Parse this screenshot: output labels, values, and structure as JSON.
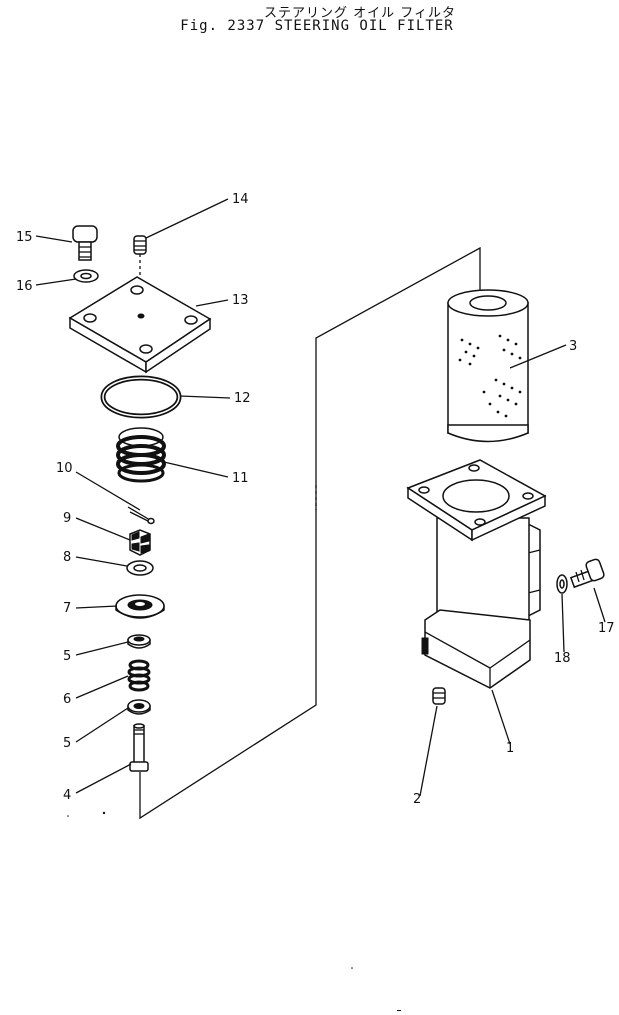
{
  "title": {
    "japanese": "ステアリング オイル フィルタ",
    "figure": "Fig. 2337  STEERING  OIL  FILTER"
  },
  "callouts": [
    {
      "id": "c15",
      "label": "15"
    },
    {
      "id": "c16",
      "label": "16"
    },
    {
      "id": "c14",
      "label": "14"
    },
    {
      "id": "c13",
      "label": "13"
    },
    {
      "id": "c12",
      "label": "12"
    },
    {
      "id": "c11",
      "label": "11"
    },
    {
      "id": "c10",
      "label": "10"
    },
    {
      "id": "c9",
      "label": "9"
    },
    {
      "id": "c8",
      "label": "8"
    },
    {
      "id": "c7",
      "label": "7"
    },
    {
      "id": "c5a",
      "label": "5"
    },
    {
      "id": "c6",
      "label": "6"
    },
    {
      "id": "c5b",
      "label": "5"
    },
    {
      "id": "c4",
      "label": "4"
    },
    {
      "id": "c3",
      "label": "3"
    },
    {
      "id": "c17",
      "label": "17"
    },
    {
      "id": "c18",
      "label": "18"
    },
    {
      "id": "c1",
      "label": "1"
    },
    {
      "id": "c2",
      "label": "2"
    }
  ]
}
